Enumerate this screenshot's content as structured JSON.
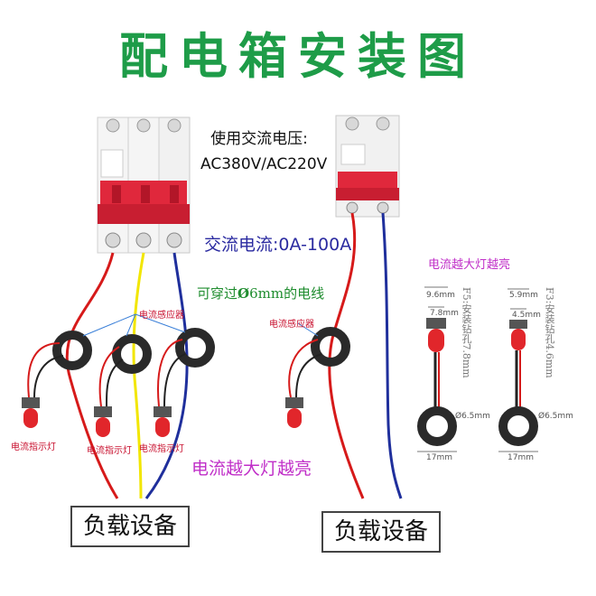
{
  "title": "配电箱安装图",
  "voltage_line1": "使用交流电压:",
  "voltage_line2": "AC380V/AC220V",
  "current_range": "交流电流:0A-100A",
  "wire_note_prefix": "可穿过",
  "wire_note_suffix": "6mm的电线",
  "sensor_label": "电流感应器",
  "indicator_label": "电流指示灯",
  "brighter_note": "电流越大灯越亮",
  "load_label": "负载设备",
  "f5_spec": "F5:安装钻孔7.8mm",
  "f3_spec": "F3:安装钻孔4.6mm",
  "dim_f5_outer": "9.6mm",
  "dim_f5_inner": "7.8mm",
  "dim_f3_outer": "5.9mm",
  "dim_f3_inner": "4.5mm",
  "ring_diameter": "Ø6.5mm",
  "ring_width": "17mm",
  "colors": {
    "title": "#1e9c48",
    "breaker_red": "#e0283c",
    "wire_red": "#d61a1a",
    "wire_yellow": "#f2e600",
    "wire_blue": "#1f2f9c",
    "accent_purple": "#c02fc8"
  }
}
